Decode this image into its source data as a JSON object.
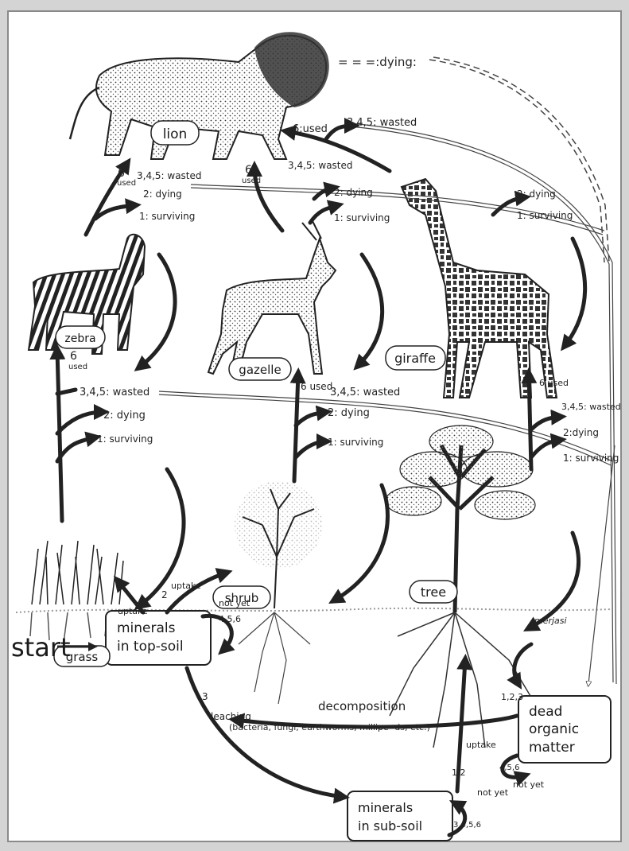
{
  "organisms": {
    "lion": "lion",
    "zebra": "zebra",
    "gazelle": "gazelle",
    "giraffe": "giraffe",
    "grass": "grass",
    "shrub": "shrub",
    "tree": "tree"
  },
  "pools": {
    "topsoil_line1": "minerals",
    "topsoil_line2": "in top-soil",
    "subsoil_line1": "minerals",
    "subsoil_line2": "in sub-soil",
    "dead_line1": "dead",
    "dead_line2": "organic",
    "dead_line3": "matter"
  },
  "flows": {
    "start": "start",
    "dying_top": "= = =:dying:",
    "lion_used": "6:used",
    "lion_wasted": "3,4,5: wasted",
    "zebra_used": "6",
    "zebra_used_sub": "used",
    "zebra_wasted": "3,4,5: wasted",
    "zebra_dying": "2: dying",
    "zebra_surviving": "1: surviving",
    "gazelle_used": "6",
    "gazelle_used_sub": "used",
    "gazelle_wasted": "3,4,5: wasted",
    "gazelle_dying": "2: dying",
    "gazelle_surviving": "1: surviving",
    "giraffe_dying": "2: dying",
    "giraffe_surviving": "1: surviving",
    "grass_used": "6",
    "grass_used_sub": "used",
    "grass_wasted": "3,4,5: wasted",
    "grass_dying": "2:  dying",
    "grass_surviving": "1: surviving",
    "shrub_used": "6 used",
    "shrub_wasted": "3,4,5: wasted",
    "shrub_dying": "2:  dying",
    "shrub_surviving": "1: surviving",
    "tree_used": "6 used",
    "tree_wasted": "3,4,5: wasted",
    "tree_dying": "2:dying",
    "tree_surviving": "1: surviving",
    "uptake_grass_num": "1",
    "uptake_grass": "uptake",
    "uptake_shrub_num": "2",
    "uptake_shrub": "uptake",
    "notyet_top": "not yet",
    "notyet_top_num": "4,5,6",
    "leaching_num": "3",
    "leaching": "leaching",
    "decomposition": "decomposition",
    "decomposers": "(bacteria, fungi, earthworms, millipe- ds, etc.)",
    "dead_to_top_num": "1,2,3",
    "uptake_tree": "uptake",
    "uptake_tree_num": "1,2",
    "notyet_sub": "not yet",
    "notyet_sub_num": "3,4,5,6",
    "notyet_dead": "not yet",
    "notyet_dead_num": "4,5,6"
  },
  "artist": "merjasi"
}
